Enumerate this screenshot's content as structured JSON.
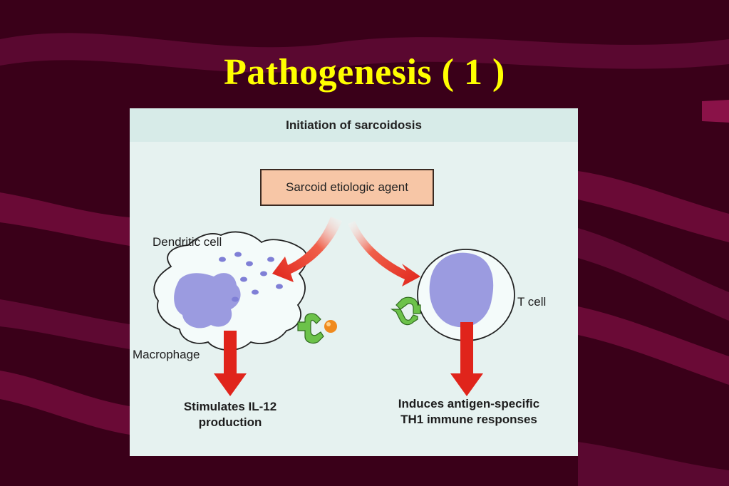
{
  "slide": {
    "title": "Pathogenesis ( 1 )"
  },
  "figure": {
    "title": "Initiation of sarcoidosis",
    "agent": "Sarcoid etiologic agent",
    "labels": {
      "dendritic_cell": "Dendritic cell",
      "macrophage": "Macrophage",
      "t_cell": "T cell"
    },
    "outcomes": {
      "left_line1": "Stimulates IL-12",
      "left_line2": "production",
      "right_line1": "Induces antigen-specific",
      "right_line2": "TH1 immune responses"
    }
  },
  "colors": {
    "background": "#3a0019",
    "wave": "#6a0a36",
    "title": "#ffff00",
    "panel": "#e6f2f0",
    "arrow": "#e0241b",
    "nucleus": "#9b9be0",
    "receptor": "#6cc24a",
    "antigen": "#f08a1e"
  }
}
